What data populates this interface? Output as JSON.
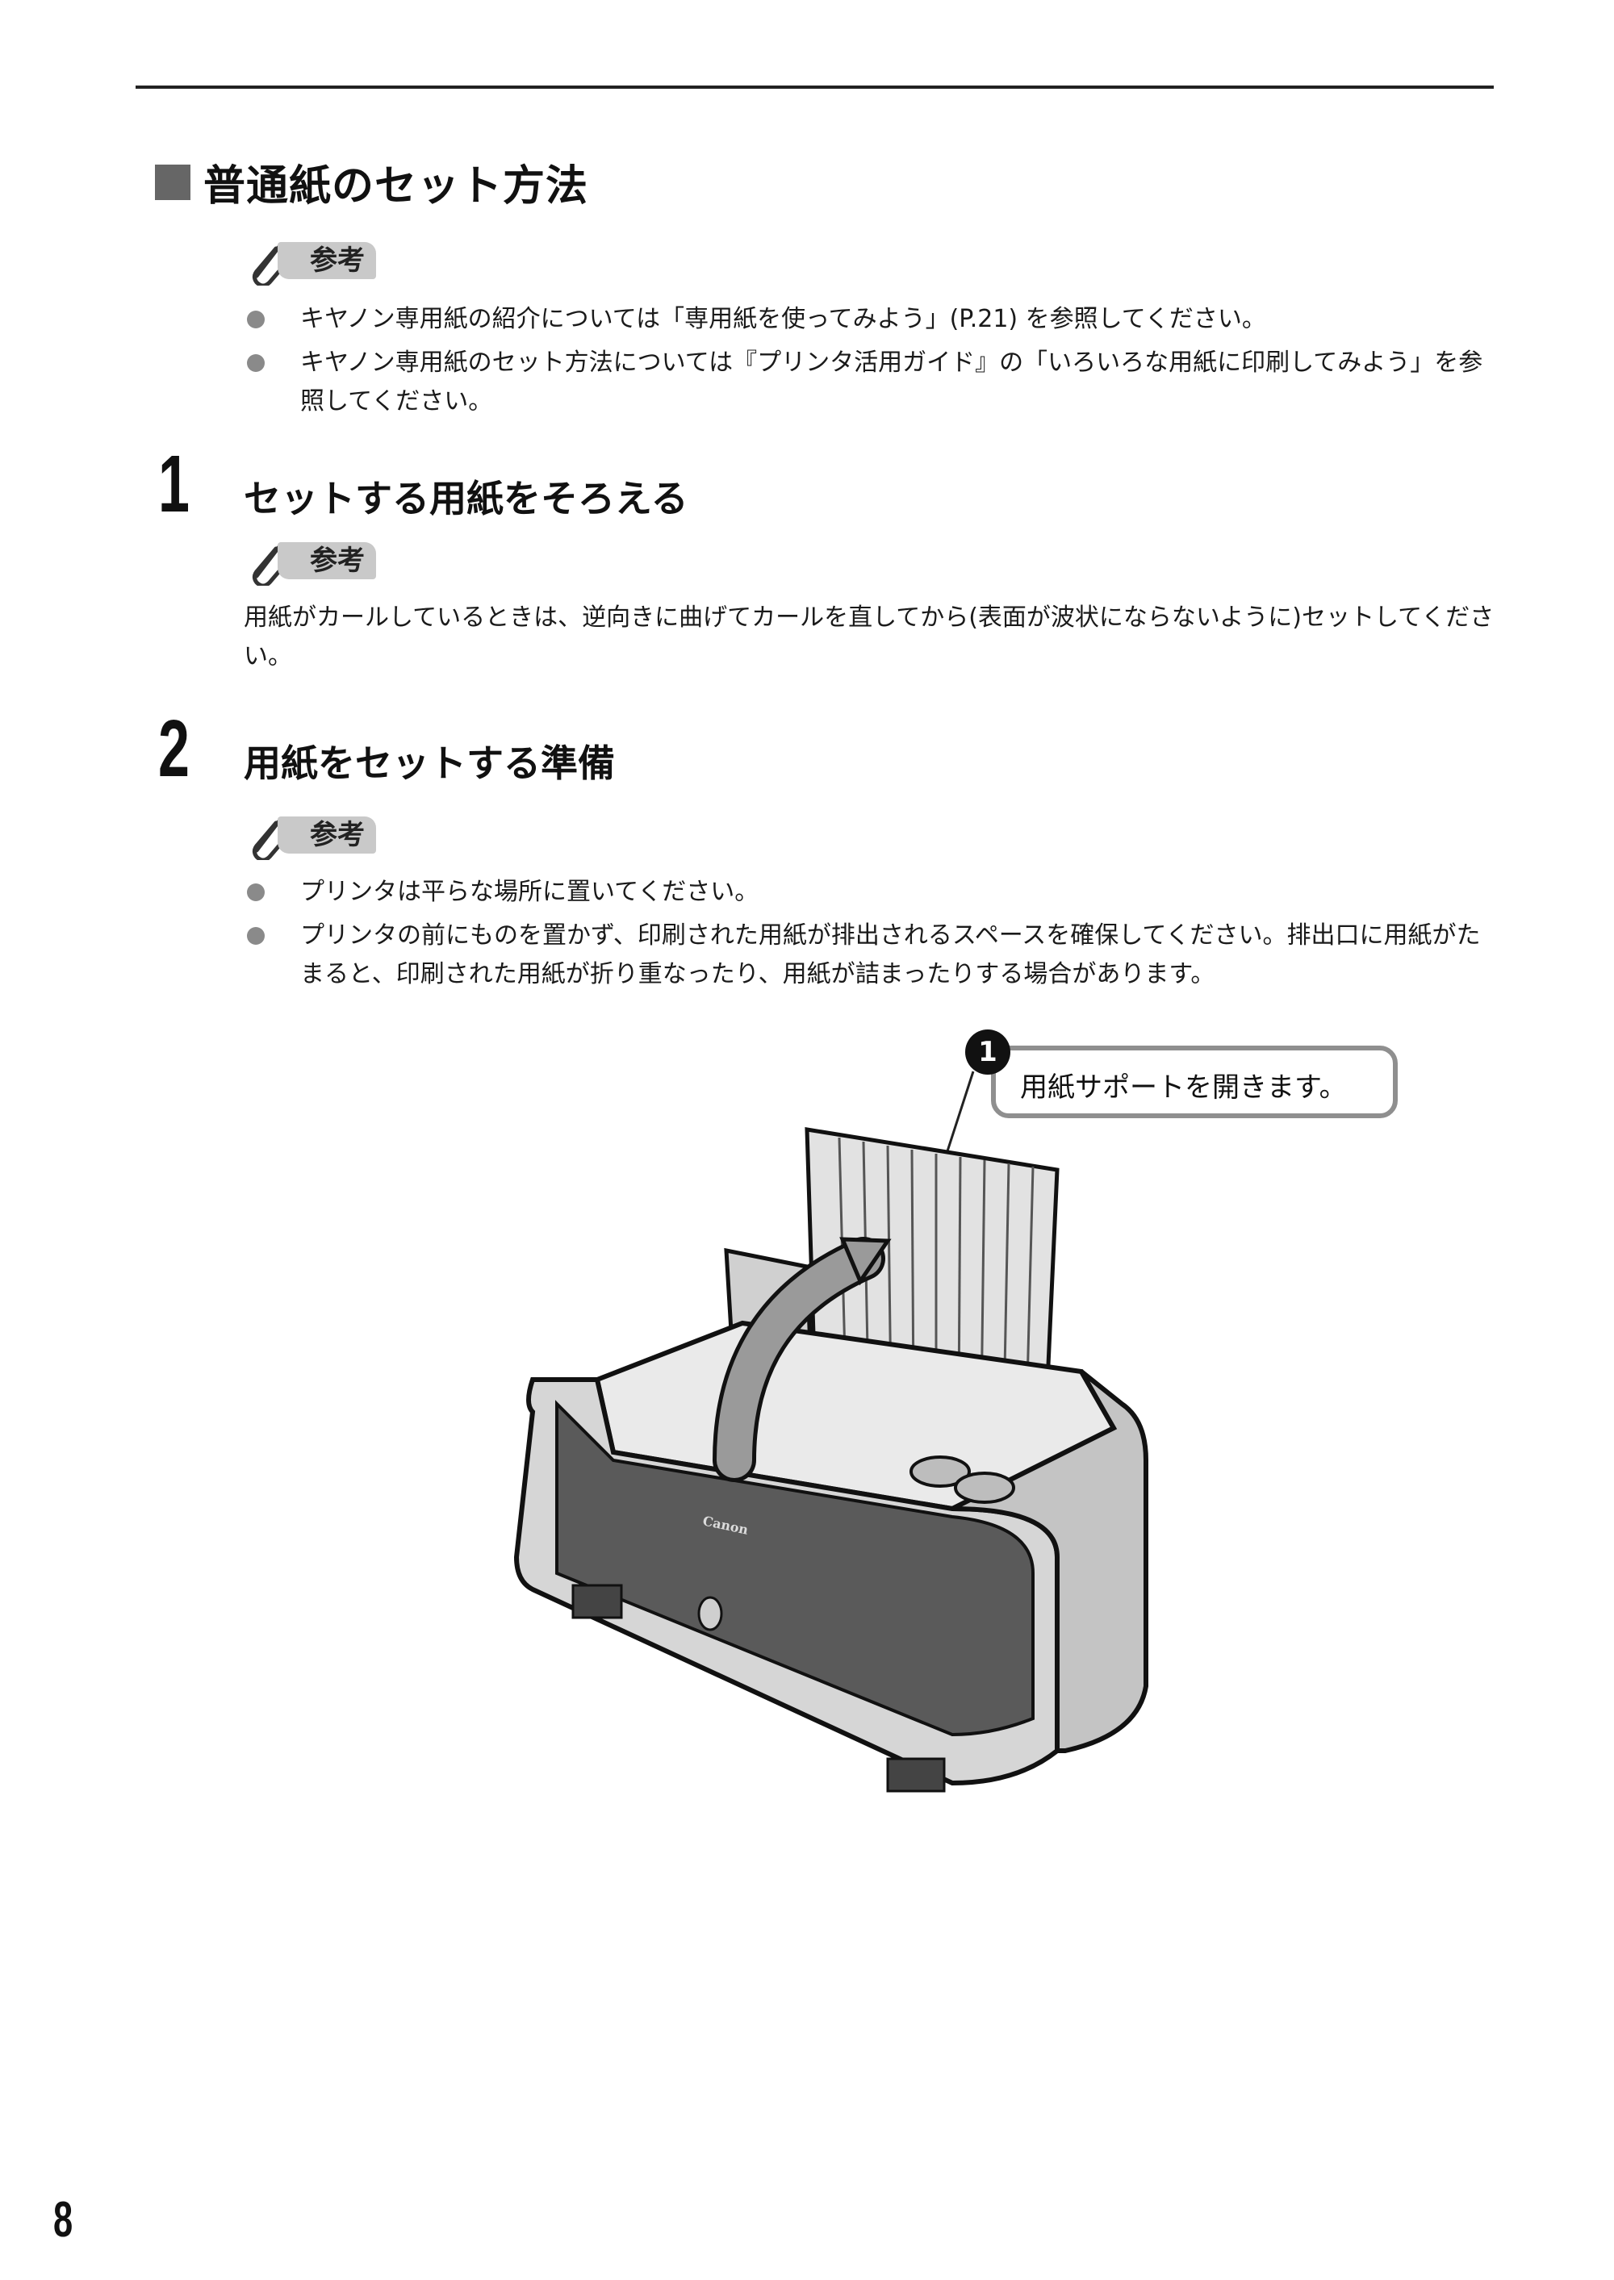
{
  "section": {
    "title": "普通紙のセット方法"
  },
  "note_label": "参考",
  "intro_notes": [
    "キヤノン専用紙の紹介については「専用紙を使ってみよう」(P.21) を参照してください。",
    "キヤノン専用紙のセット方法については『プリンタ活用ガイド』の「いろいろな用紙に印刷してみよう」を参照してください。"
  ],
  "steps": [
    {
      "number": "1",
      "title": "セットする用紙をそろえる",
      "note": "用紙がカールしているときは、逆向きに曲げてカールを直してから(表面が波状にならないように)セットしてください。"
    },
    {
      "number": "2",
      "title": "用紙をセットする準備",
      "notes": [
        "プリンタは平らな場所に置いてください。",
        "プリンタの前にものを置かず、印刷された用紙が排出されるスペースを確保してください。排出口に用紙がたまると、印刷された用紙が折り重なったり、用紙が詰まったりする場合があります。"
      ]
    }
  ],
  "illustration": {
    "callout_number": "1",
    "callout_text": "用紙サポートを開きます。",
    "brand_mark": "Canon"
  },
  "page_number": "8"
}
